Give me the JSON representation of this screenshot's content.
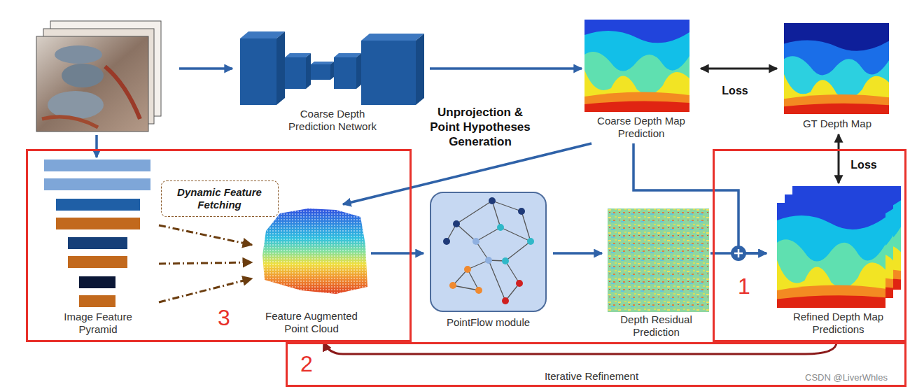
{
  "diagram": {
    "nodes": [
      {
        "text": [
          "Coarse Depth Prediction Network"
        ]
      },
      {
        "text": [
          "Coarse Depth Map Prediction"
        ]
      },
      {
        "text": [
          "GT Depth Map"
        ]
      },
      {
        "text": [
          "3"
        ]
      },
      {
        "text": [
          "Image Feature Pyramid"
        ],
        "in": 3
      },
      {
        "text": [
          "Dynamic Feature Fetching"
        ],
        "in": 3
      },
      {
        "text": [
          "Feature Augmented Point Cloud"
        ],
        "in": 3
      },
      {
        "text": [
          "PointFlow module"
        ]
      },
      {
        "text": [
          "Depth Residual Prediction"
        ]
      },
      {
        "text": [
          "1"
        ]
      },
      {
        "text": [
          "Refined Depth Map Predictions"
        ],
        "in": 9
      },
      {
        "text": [
          "2",
          "Iterative Refinement"
        ]
      }
    ],
    "edges": [
      {
        "from": 0,
        "to": 1,
        "arrow": "to"
      },
      {
        "from": 1,
        "to": 2,
        "arrow": "both",
        "label": "Loss"
      },
      {
        "from": 1,
        "to": 6,
        "arrow": "to",
        "label": "Unprojection & Point Hypotheses Generation"
      },
      {
        "from": 4,
        "to": 6,
        "arrow": "to"
      },
      {
        "from": 4,
        "to": 6,
        "arrow": "to"
      },
      {
        "from": 4,
        "to": 6,
        "arrow": "to"
      },
      {
        "from": 6,
        "to": 7,
        "arrow": "to"
      },
      {
        "from": 7,
        "to": 8,
        "arrow": "to"
      },
      {
        "from": 8,
        "to": 10,
        "arrow": "to"
      },
      {
        "from": 1,
        "to": 10,
        "arrow": "to"
      },
      {
        "from": 2,
        "to": 10,
        "arrow": "both",
        "label": "Loss"
      },
      {
        "from": 9,
        "to": 3,
        "arrow": "to"
      }
    ],
    "labels": [
      "CSDN @LiverWhles"
    ]
  }
}
